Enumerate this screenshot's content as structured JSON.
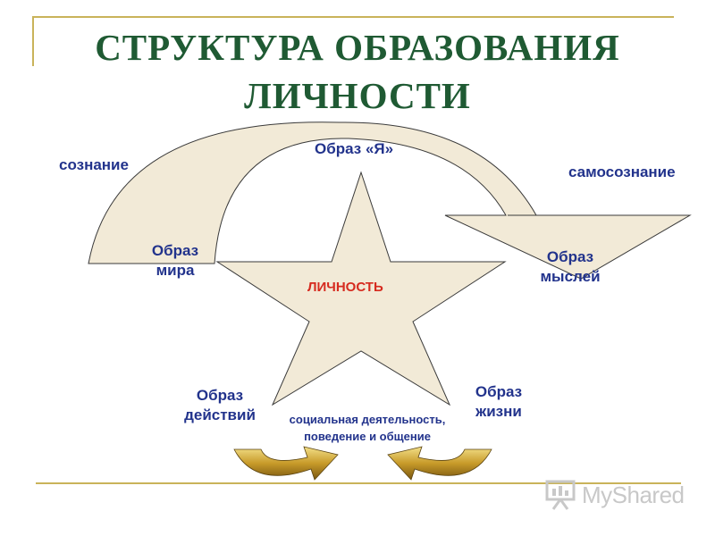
{
  "title": "СТРУКТУРА ОБРАЗОВАНИЯ ЛИЧНОСТИ",
  "center": "ЛИЧНОСТЬ",
  "labels": {
    "soznanie": "сознание",
    "obraz_ya": "Образ «Я»",
    "samosoznanie": "самосознание",
    "obraz_mira": "Образ мира",
    "obraz_mysley": "Образ мыслей",
    "obraz_deystviy": "Образ действий",
    "obraz_zhizni": "Образ жизни"
  },
  "activity": "социальная деятельность, поведение и общение",
  "watermark": "MyShared",
  "colors": {
    "title": "#1f5a33",
    "labels": "#22338c",
    "center": "#d62b1f",
    "shape_fill": "#f2ead7",
    "frame": "#c9b35a",
    "small_arrows": "#a47c1a"
  }
}
